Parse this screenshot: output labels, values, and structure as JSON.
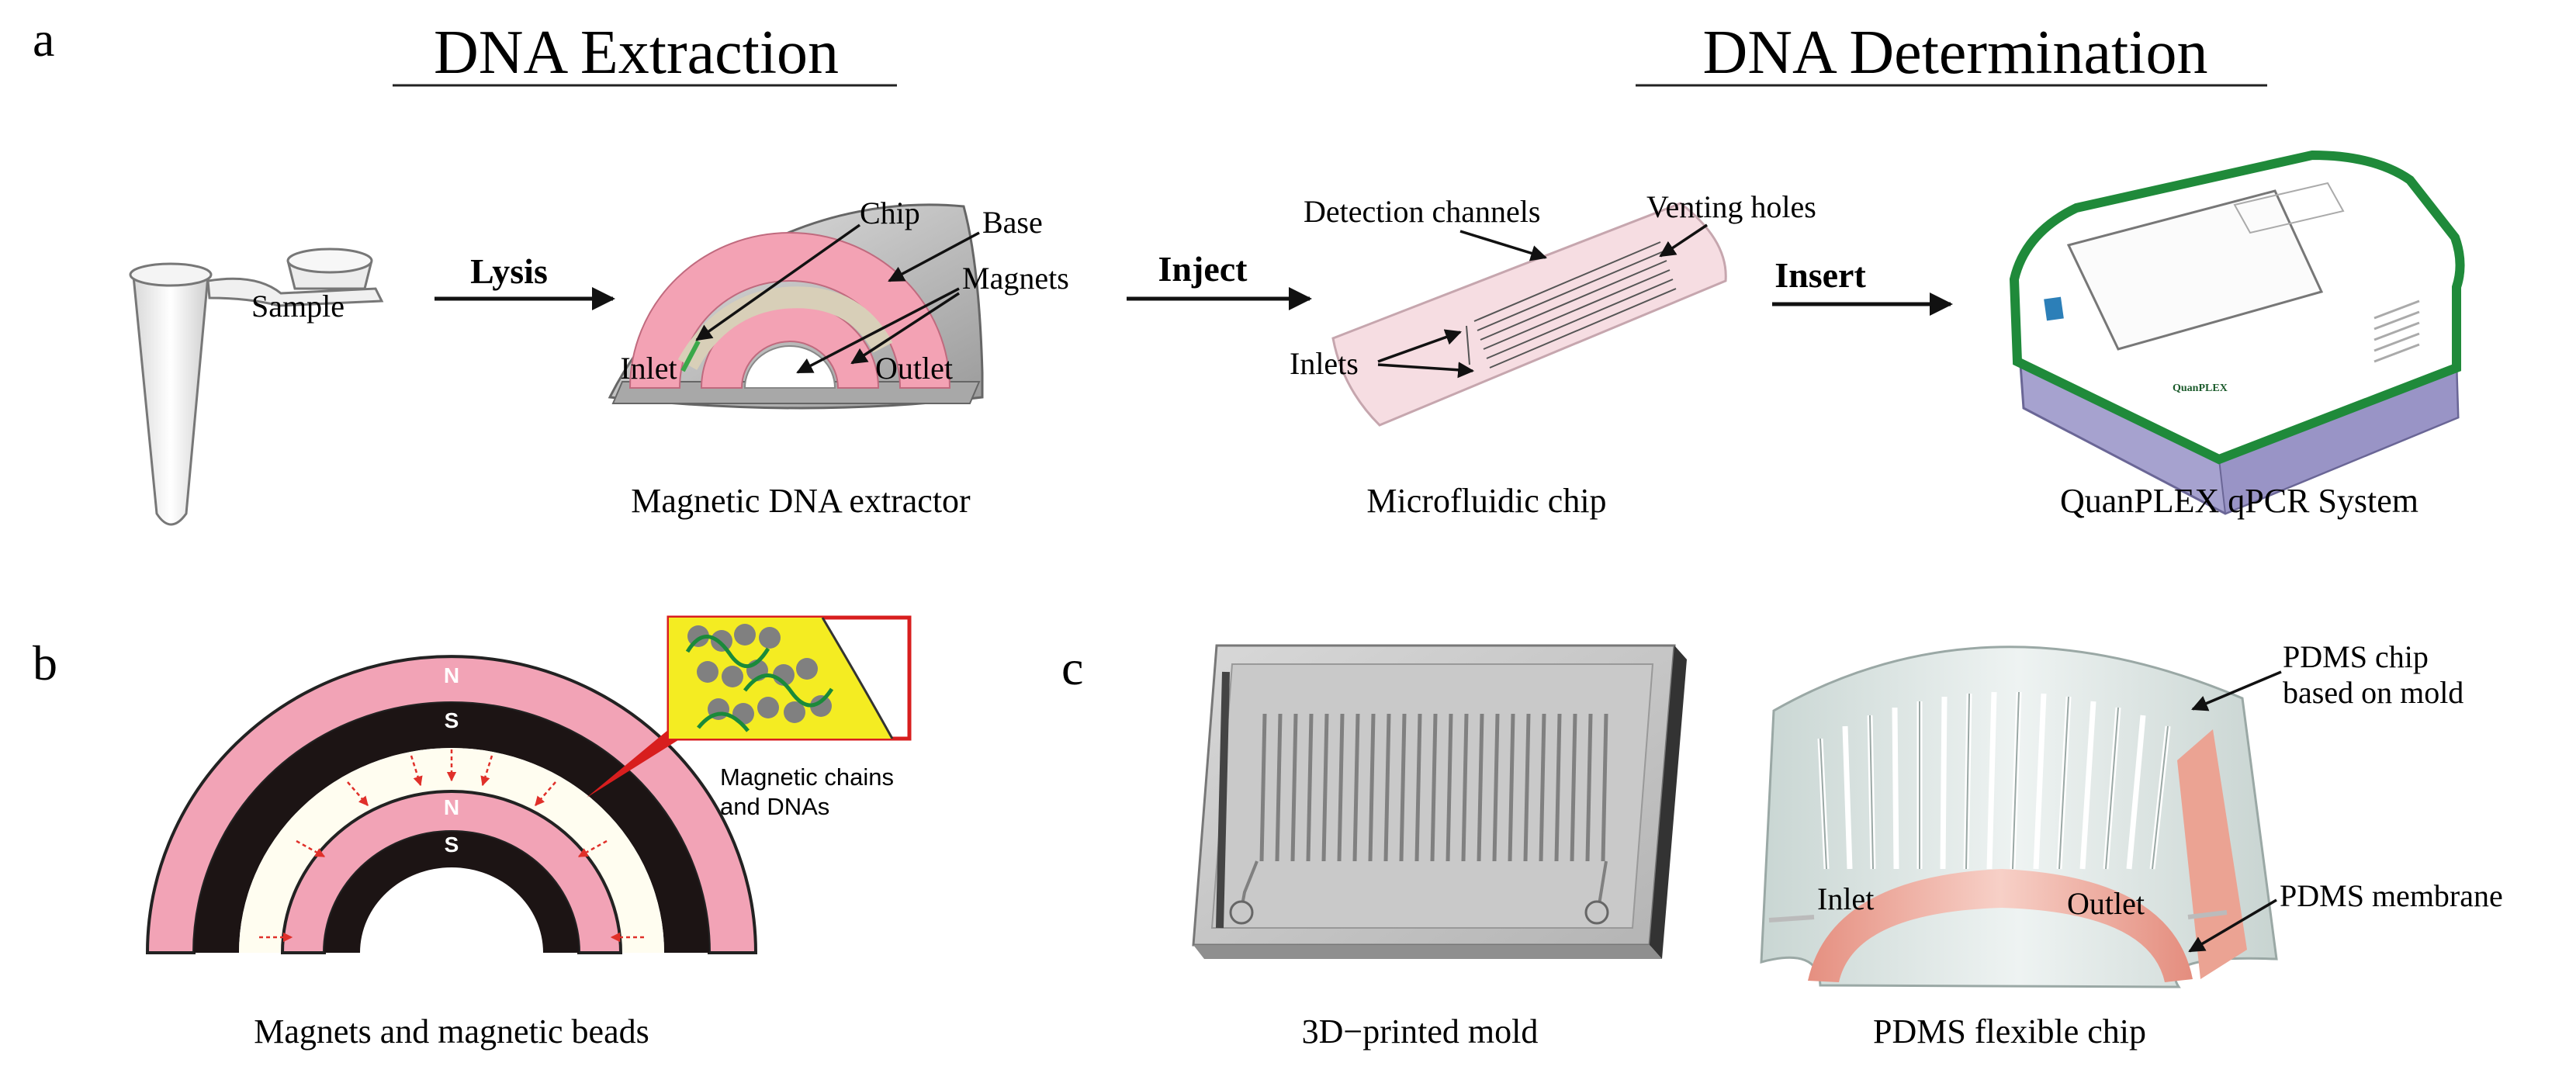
{
  "panel_letters": {
    "a": "a",
    "b": "b",
    "c": "c"
  },
  "titles": {
    "extraction": "DNA Extraction",
    "determination": "DNA Determination"
  },
  "steps": {
    "lysis": "Lysis",
    "inject": "Inject",
    "insert": "Insert"
  },
  "tube": {
    "label": "Sample"
  },
  "extractor": {
    "caption": "Magnetic DNA extractor",
    "chip": "Chip",
    "base": "Base",
    "magnets": "Magnets",
    "inlet": "Inlet",
    "outlet": "Outlet"
  },
  "microchip": {
    "caption": "Microfluidic chip",
    "detection_channels": "Detection channels",
    "venting_holes": "Venting holes",
    "inlets": "Inlets"
  },
  "qpcr": {
    "caption": "QuanPLEX qPCR System",
    "brand": "QuanPLEX"
  },
  "magnets_panel": {
    "caption": "Magnets and magnetic beads",
    "pole_n_outer": "N",
    "pole_s_outer": "S",
    "pole_n_inner": "N",
    "pole_s_inner": "S",
    "inset_label_line1": "Magnetic chains",
    "inset_label_line2": "and DNAs"
  },
  "mold": {
    "caption": "3D−printed  mold"
  },
  "pdms": {
    "caption": "PDMS flexible chip",
    "chip_label_line1": "PDMS chip",
    "chip_label_line2": "based on mold",
    "membrane": "PDMS membrane",
    "inlet": "Inlet",
    "outlet": "Outlet"
  },
  "colors": {
    "magnet_pink": "#f2a3b6",
    "magnet_black": "#1c1414",
    "chip_pink": "#f6dde2",
    "device_green": "#1f8a3a",
    "device_purple": "#a6a2cf",
    "inset_yellow": "#f4ec22",
    "inset_red_frame": "#d81e1e",
    "pdms_salmon": "#eaa79a"
  }
}
